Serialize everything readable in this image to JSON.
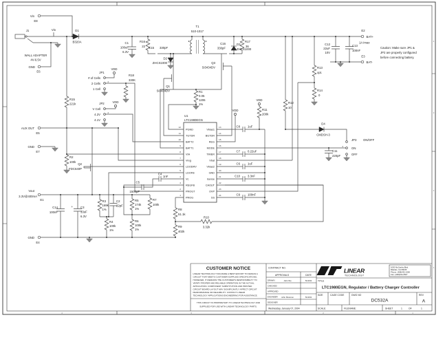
{
  "sheet": {
    "caution": [
      "Caution: Make sure JP1 &",
      "JP2 are properly configured",
      "before connecting battery."
    ],
    "net_labels": {
      "vin": "Vin",
      "vdd": "VDD",
      "gnd": "GND",
      "aux_out": "AUX OUT",
      "vout": "Vout",
      "vout_spec": "3.3V@400mA",
      "bat_plus": "BAT+",
      "bat_imax": "1A Imax",
      "bat_minus": "BAT-"
    },
    "testpoints": {
      "e1": "E1",
      "e2": "E2",
      "e3": "E3",
      "e4": "E4",
      "e5": "E5",
      "e6": "E6",
      "e7": "E7",
      "e8": "E8"
    },
    "zones_right": [
      "4",
      "3",
      "2",
      "1"
    ],
    "zones_bottom": [
      "4",
      "3",
      "2",
      "1"
    ]
  },
  "components": {
    "j1": {
      "ref": "J1",
      "name": "WALL ADAPTER",
      "range": "4V-6.5V"
    },
    "d1": {
      "ref": "D1",
      "val": "B320A"
    },
    "r15": {
      "ref": "R15",
      "val": "221k"
    },
    "c1": {
      "ref": "C1",
      "val": "100uF",
      "v": "6.3V"
    },
    "r16": {
      "ref": "R16",
      "val": "22"
    },
    "c15": {
      "ref": "C15",
      "val": "330pF"
    },
    "d2": {
      "ref": "D2",
      "val": "ZHCS1000"
    },
    "t1": {
      "ref": "T1",
      "val": "510-1017"
    },
    "q1": {
      "ref": "Q1",
      "val": "Si3434DV"
    },
    "q3": {
      "ref": "Q3",
      "val": "Si3434DV"
    },
    "d3": {
      "ref": "D3",
      "val": "ZHCS1000"
    },
    "c16": {
      "ref": "C16",
      "val": "330pF"
    },
    "r17": {
      "ref": "R17",
      "val": "36"
    },
    "r1": {
      "ref": "R1",
      "val": "0.05",
      "pkg": "1206",
      "tol": "1%"
    },
    "r11": {
      "ref": "R11",
      "val": "200k"
    },
    "r12": {
      "ref": "R12",
      "val": "10"
    },
    "r13": {
      "ref": "R13",
      "val": "opt."
    },
    "r14": {
      "ref": "R14",
      "val": "0"
    },
    "c12": {
      "ref": "C12",
      "val": "22uF",
      "v": "10V"
    },
    "c13": {
      "ref": "C13",
      "val": "100nF"
    },
    "r18": {
      "ref": "R18",
      "val": "330K"
    },
    "r2": {
      "ref": "R2",
      "val": "100k"
    },
    "q2": {
      "ref": "Q2",
      "val": "FDC640P"
    },
    "c14": {
      "ref": "C14",
      "val": "100nF"
    },
    "c3": {
      "ref": "C3",
      "val": "33uF",
      "v": "6.3V",
      "plus": "+"
    },
    "r3": {
      "ref": "R3",
      "val": "169k",
      "tol": "1%"
    },
    "c2": {
      "ref": "C2",
      "val": "22pF"
    },
    "r4": {
      "ref": "R4",
      "val": "100k",
      "tol": "1%"
    },
    "r5": {
      "ref": "R5",
      "val": "174k",
      "tol": "1%"
    },
    "r6": {
      "ref": "R6",
      "val": "100k",
      "tol": "1%"
    },
    "r7": {
      "ref": "R7",
      "val": "100k"
    },
    "c5": {
      "ref": "C5",
      "val": "1500pF"
    },
    "c4": {
      "ref": "C4",
      "val": "1nF"
    },
    "r8": {
      "ref": "R8",
      "val": "51.1k"
    },
    "r9": {
      "ref": "R9",
      "val": "402k"
    },
    "r10": {
      "ref": "R10",
      "val": "3.32k"
    },
    "c8": {
      "ref": "C8",
      "val": "1uF"
    },
    "c7": {
      "ref": "C7",
      "val": "0.22uF"
    },
    "c6": {
      "ref": "C6",
      "val": "1uF"
    },
    "c10": {
      "ref": "C10",
      "val": "3.3nF"
    },
    "c9": {
      "ref": "C9",
      "val": "100nF"
    },
    "d4": {
      "ref": "D4",
      "val": "CMDSH-3"
    },
    "c11": {
      "ref": "C11",
      "val": "220pF"
    }
  },
  "jumpers": {
    "jp1": {
      "ref": "JP1",
      "label": "# of Cells",
      "opt1": "2 Cells",
      "opt2": "1 Cell",
      "pin2": "2"
    },
    "jp2": {
      "ref": "JP2",
      "label": "V Cell",
      "opt1": "4.2V",
      "opt2": "4.1V",
      "pin2": "2"
    },
    "jp3": {
      "ref": "JP3",
      "label": "ON/OFF",
      "opt1": "ON",
      "opt2": "OFF",
      "pin2": "2"
    }
  },
  "ic": {
    "ref": "U1",
    "part": "LTC1980EGN",
    "left_pins": [
      {
        "n": "12",
        "name": "PGND"
      },
      {
        "n": "11",
        "name": "TGTDR"
      },
      {
        "n": "10",
        "name": "BATT2"
      },
      {
        "n": "9",
        "name": "BATT1"
      },
      {
        "n": "8",
        "name": "VIA"
      },
      {
        "n": "7",
        "name": "Vreg"
      },
      {
        "n": "6",
        "name": "LDODRV"
      },
      {
        "n": "5",
        "name": "LDOFB"
      },
      {
        "n": "4",
        "name": "Vc"
      },
      {
        "n": "3",
        "name": "REGFB"
      },
      {
        "n": "2",
        "name": "PROGT"
      },
      {
        "n": "1",
        "name": "PROG"
      }
    ],
    "right_pins": [
      {
        "n": "13",
        "name": "Vbias1"
      },
      {
        "n": "14",
        "name": "BGTDR"
      },
      {
        "n": "15",
        "name": "REG"
      },
      {
        "n": "16",
        "name": "MODE"
      },
      {
        "n": "17",
        "name": "TIMER"
      },
      {
        "n": "18",
        "name": "Vbat"
      },
      {
        "n": "19",
        "name": "Vbias2"
      },
      {
        "n": "20",
        "name": "GND"
      },
      {
        "n": "21",
        "name": "Isense"
      },
      {
        "n": "22",
        "name": "CAOUT"
      },
      {
        "n": "23",
        "name": "OVP"
      },
      {
        "n": "24",
        "name": "SS"
      }
    ]
  },
  "title_block": {
    "notice_title": "CUSTOMER NOTICE",
    "notice_lines": [
      "LINEAR TECHNOLOGY HAS MADE A BEST EFFORT TO DESIGN A",
      "CIRCUIT THAT MEETS CUSTOMER-SUPPLIED SPECIFICATIONS;",
      "HOWEVER, IT REMAINS THE CUSTOMER'S RESPONSIBILITY TO",
      "VERIFY PROPER AND RELIABLE OPERATION IN THE ACTUAL",
      "APPLICATION. COMPONENT SUBSTITUTION AND PRINTED",
      "CIRCUIT BOARD LAYOUT MAY SIGNIFICANTLY AFFECT CIRCUIT",
      "PERFORMANCE OR RELIABILITY. CONTACT LINEAR",
      "TECHNOLOGY APPLICATIONS ENGINEERING FOR ASSISTANCE."
    ],
    "proprietary_lines": [
      "THIS CIRCUIT IS PROPRIETARY TO LINEAR TECHNOLOGY AND",
      "SUPPLIED FOR USE WITH LINEAR TECHNOLOGY PARTS."
    ],
    "contract_label": "CONTRACT NO.",
    "approvals_label": "APPROVALS",
    "date_label": "DATE",
    "rows": {
      "drawn_label": "DRAWN",
      "drawn_name": "John Wu",
      "drawn_date": "5/13/02",
      "checked_label": "CHECKED",
      "approved_label": "APPROVED",
      "engineer_label": "ENGINEER",
      "engineer_name": "John Shannon",
      "engineer_date": "5/13/02",
      "designer_label": "DESIGNER"
    },
    "print_date": "Wednesday, January 07, 2004",
    "company": "LINEAR",
    "company2": "TECHNOLOGY",
    "address": [
      "1630 McCarthy Blvd.",
      "Milpitas, CA 95035",
      "Phone: (408)432-1900",
      "Fax: (408)434-0507"
    ],
    "title_label": "TITLE",
    "title": "LTC1980EGN, Regulator / Battery Charger Controller",
    "size_label": "SIZE",
    "cage_label": "CAGE CODE",
    "dwg_label": "DWG NO",
    "dwg_no": "DC532A",
    "rev_label": "REV",
    "rev": "A",
    "scale_label": "SCALE:",
    "filename_label": "FILENAME:",
    "sheet_label": "SHEET",
    "sheet_no": "1",
    "of_label": "OF",
    "sheet_total": "1"
  }
}
